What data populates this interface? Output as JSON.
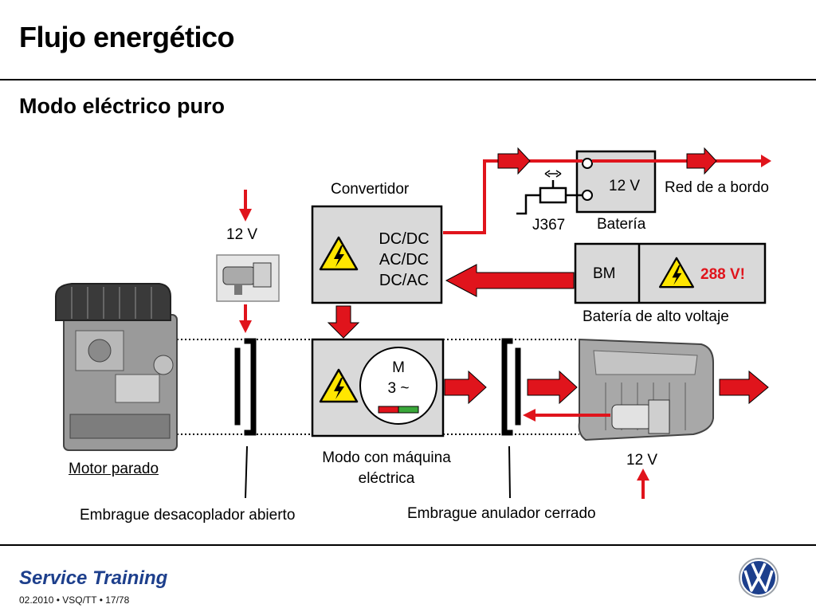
{
  "slide": {
    "title": "Flujo energético",
    "subtitle": "Modo eléctrico puro"
  },
  "diagram": {
    "converter": {
      "label": "Convertidor",
      "lines": [
        "DC/DC",
        "AC/DC",
        "DC/AC"
      ]
    },
    "battery_12v": {
      "voltage": "12 V",
      "label": "Batería"
    },
    "relay": {
      "label": "J367"
    },
    "onboard_network": {
      "label": "Red de a bordo"
    },
    "hv_battery": {
      "module_label": "BM",
      "voltage_warning": "288 V!",
      "label": "Batería de alto voltaje"
    },
    "starter_voltage": "12 V",
    "electric_machine": {
      "symbol_line1": "M",
      "symbol_line2": "3 ~",
      "label_line1": "Modo con máquina",
      "label_line2": "eléctrica"
    },
    "engine": {
      "label": "Motor parado"
    },
    "gearbox_voltage": "12 V",
    "clutch_left": {
      "label": "Embrague desacoplador abierto"
    },
    "clutch_right": {
      "label": "Embrague anulador cerrado"
    },
    "colors": {
      "energy_flow": "#e0141c",
      "box_fill": "#d9d9d9",
      "warning_yellow": "#ffe600",
      "footer_brand": "#1d3f8c"
    }
  },
  "footer": {
    "brand": "Service Training",
    "meta": "02.2010 • VSQ/TT • 17/78",
    "logo_icon": "vw-logo-icon"
  }
}
